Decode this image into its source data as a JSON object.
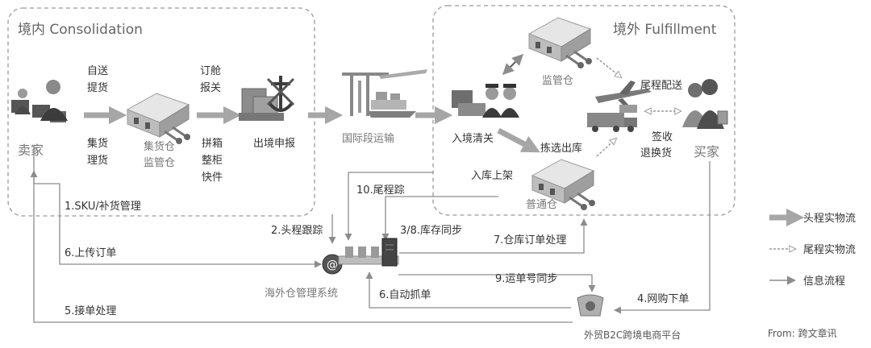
{
  "zones": {
    "domestic": "境内 Consolidation",
    "overseas": "境外 Fulfillment"
  },
  "nodes": {
    "seller": "卖家",
    "self_delivery": [
      "自送",
      "提货"
    ],
    "consolidate_goods": [
      "集货",
      "理货"
    ],
    "consolidation_warehouse": [
      "集货仓",
      "监管仓"
    ],
    "booking_customs": [
      "订舱",
      "报关"
    ],
    "packing": [
      "拼箱",
      "整柜",
      "快件"
    ],
    "export_declaration": "出境申报",
    "intl_transport": "国际段运输",
    "import_clearance": "入境清关",
    "bonded_warehouse": "监管仓",
    "last_mile_delivery": "尾程配送",
    "sign_return": [
      "签收",
      "退换货"
    ],
    "buyer": "买家",
    "pick_ship": "拣选出库",
    "putaway": "入库上架",
    "general_warehouse": "普通仓",
    "wms": "海外仓管理系统"
  },
  "info_flows": {
    "f1": "1.SKU/补货管理",
    "f2": "2.头程跟踪",
    "f38": "3/8.库存同步",
    "f4": "4.网购下单",
    "f5": "5.接单处理",
    "f6_upload": "6.上传订单",
    "f6_auto": "6.自动抓单",
    "f7": "7.仓库订单处理",
    "f9": "9.运单号同步",
    "f10": "10.尾程踪"
  },
  "legend": {
    "first_mile": "头程实物流",
    "last_mile": "尾程实物流",
    "info": "信息流程"
  },
  "footer": {
    "platform": "外贸B2C跨境电商平台",
    "source": "From: 跨文章讯"
  },
  "colors": {
    "thick_arrow": "#a6a6a6",
    "thin_line": "#8c8c8c",
    "zone_border": "#9a9a9a"
  },
  "icons": {
    "seller": "seller-people-icon",
    "warehouse": "warehouse-icon",
    "customs": "customs-anchor-icon",
    "port": "port-crane-icon",
    "officers": "customs-officers-icon",
    "plane": "plane-truck-icon",
    "buyers": "buyers-people-icon",
    "server": "server-icon",
    "platform": "platform-logo-icon"
  }
}
